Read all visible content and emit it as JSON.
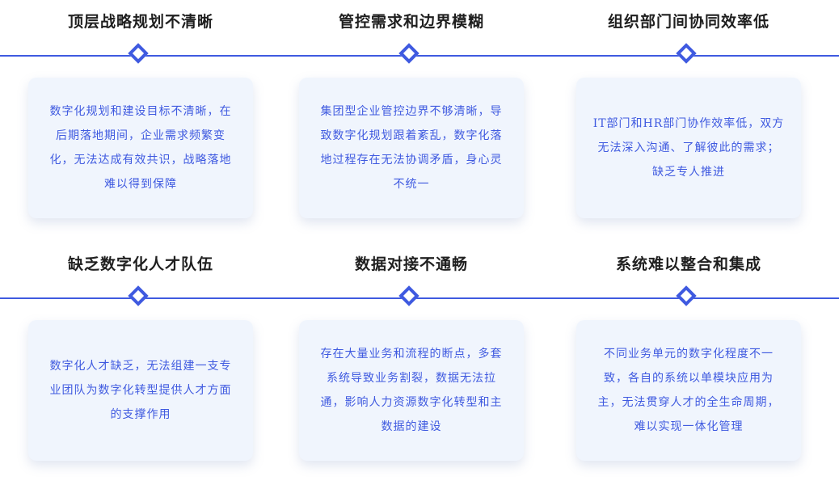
{
  "colors": {
    "accent": "#3f5ae0",
    "heading": "#1f1f1f",
    "card_bg": "#f0f5fd"
  },
  "rows": [
    {
      "items": [
        {
          "title": "顶层战略规划不清晰",
          "text": "数字化规划和建设目标不清晰，在后期落地期间，企业需求频繁变化，无法达成有效共识，战略落地难以得到保障"
        },
        {
          "title": "管控需求和边界模糊",
          "text": "集团型企业管控边界不够清晰，导致数字化规划跟着紊乱，数字化落地过程存在无法协调矛盾，身心灵不统一"
        },
        {
          "title": "组织部门间协同效率低",
          "text": "IT部门和HR部门协作效率低，双方无法深入沟通、了解彼此的需求；缺乏专人推进"
        }
      ]
    },
    {
      "items": [
        {
          "title": "缺乏数字化人才队伍",
          "text": "数字化人才缺乏，无法组建一支专业团队为数字化转型提供人才方面的支撑作用"
        },
        {
          "title": "数据对接不通畅",
          "text": "存在大量业务和流程的断点，多套系统导致业务割裂，数据无法拉通，影响人力资源数字化转型和主数据的建设"
        },
        {
          "title": "系统难以整合和集成",
          "text": "不同业务单元的数字化程度不一致，各自的系统以单模块应用为主，无法贯穿人才的全生命周期，难以实现一体化管理"
        }
      ]
    }
  ]
}
